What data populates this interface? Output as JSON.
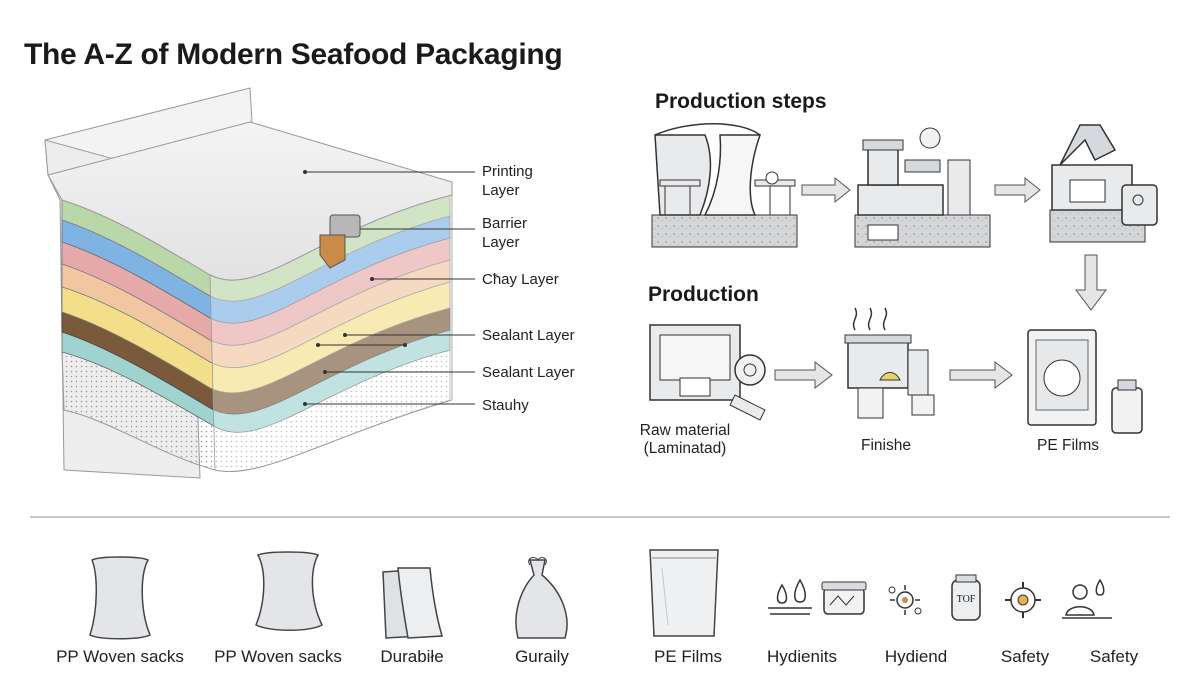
{
  "title": "The A-Z of Modern Seafood Packaging",
  "layers": {
    "printing": [
      "Printing",
      "Layer"
    ],
    "barrier": [
      "Barrier",
      "Layer"
    ],
    "chay": "Cħay Layer",
    "sealant1": "Sealant Layer",
    "sealant2": "Sealant Layer",
    "stauhy": "Stauhy"
  },
  "production_steps": {
    "title": "Production steps"
  },
  "production": {
    "title": "Production",
    "raw_material": [
      "Raw material",
      "(Laminatad)"
    ],
    "finishe": "Finishe",
    "pe_films": "PE Films"
  },
  "bottom_items": [
    {
      "label": "PP Woven sacks",
      "icon": "woven-sack-icon"
    },
    {
      "label": "PP Woven sacks",
      "icon": "woven-sack-icon"
    },
    {
      "label": "Durabiłe",
      "icon": "double-bag-icon"
    },
    {
      "label": "Guraily",
      "icon": "tied-bag-icon"
    },
    {
      "label": "PE Films",
      "icon": "pe-film-bag-icon"
    },
    {
      "label": "Hydienits",
      "icon": "water-drops-icon"
    },
    {
      "label": "Hydiend",
      "icon": "hygiene-container-icon"
    },
    {
      "label": "Safety",
      "icon": "safety-gear-icon"
    },
    {
      "label": "Safety",
      "icon": "safety-person-icon"
    }
  ],
  "jar_label": "TOF",
  "colors": {
    "layer_green": "#b9d7a8",
    "layer_blue": "#7fb3e3",
    "layer_pink": "#e6a9a9",
    "layer_peach": "#f0c7a0",
    "layer_yellow": "#f3df8a",
    "layer_brown": "#7a5a3a",
    "layer_teal": "#9fd3cf",
    "machine_fill": "#e8eaec",
    "stroke": "#333333"
  }
}
